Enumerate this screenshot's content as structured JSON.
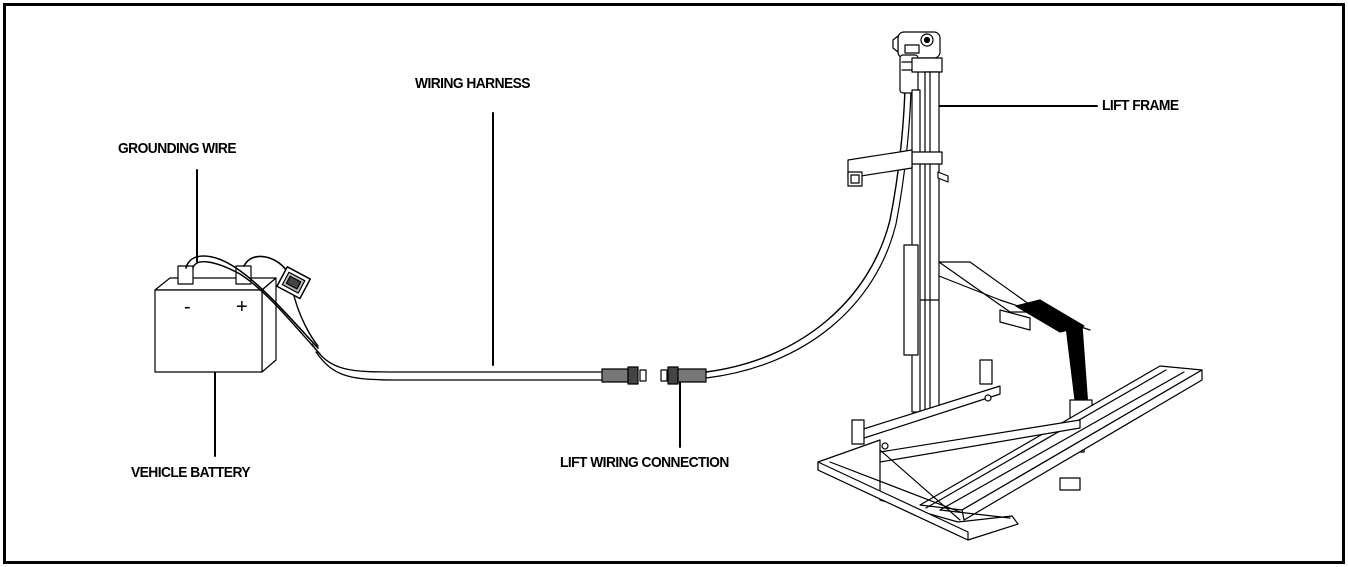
{
  "labels": {
    "grounding_wire": "GROUNDING WIRE",
    "wiring_harness": "WIRING HARNESS",
    "lift_frame": "LIFT FRAME",
    "vehicle_battery": "VEHICLE BATTERY",
    "lift_wiring_connection": "LIFT WIRING CONNECTION"
  },
  "battery": {
    "negative": "-",
    "positive": "+"
  }
}
